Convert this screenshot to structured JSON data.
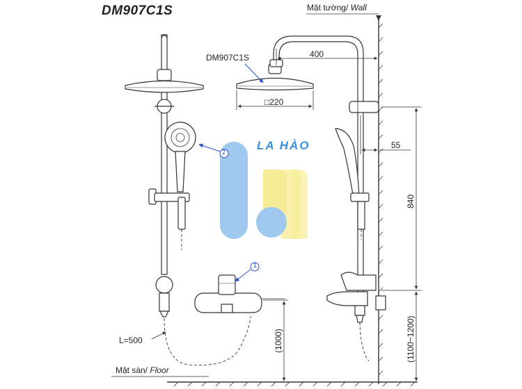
{
  "title": "DM907C1S",
  "wall_label": "Mặt tường/ Wall",
  "floor_label": "Mặt sàn/ Floor",
  "head_model_label": "DM907C1S",
  "dimensions": {
    "arm_length": "400",
    "head_diameter": "□220",
    "offset": "55",
    "rail_height": "840",
    "hose_length": "L=500",
    "valve_height": "(1000)",
    "total_height": "(1100~1200)"
  },
  "callouts": {
    "hand_shower": "2",
    "valve": "1"
  },
  "watermark": {
    "text": "LA HÀO",
    "colors": {
      "blue": "#9ec8ee",
      "yellow": "#f6ec96",
      "text": "#3a8fd8"
    }
  },
  "colors": {
    "line": "#333333",
    "callout": "#2a4fc9"
  }
}
